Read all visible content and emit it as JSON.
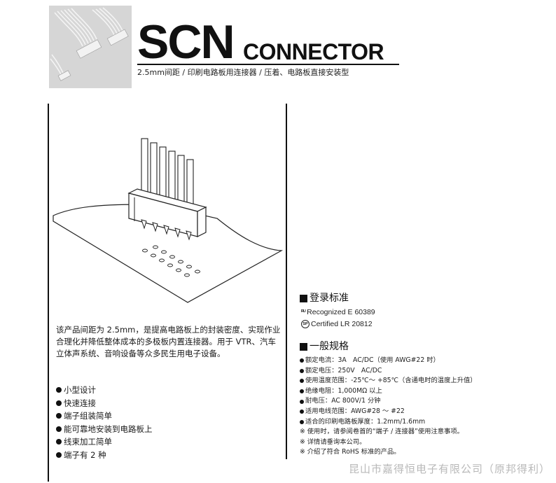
{
  "header": {
    "title_main": "SCN",
    "title_sub": "CONNECTOR",
    "subtitle": "2.5mm间距 / 印刷电路板用连接器 / 压着、电路板直接安装型"
  },
  "description": "该产品间距为 2.5mm，是提高电路板上的封装密度、实现作业合理化并降低整体成本的多极板内置连接器。用于 VTR、汽车立体声系统、音响设备等众多民生用电子设备。",
  "features": [
    "小型设计",
    "快速连接",
    "端子组装简单",
    "能可靠地安装到电路板上",
    "线束加工简单",
    "端子有 2 种"
  ],
  "registration": {
    "heading": "登录标准",
    "ul": "Recognized E 60389",
    "csa": "Certified LR 20812"
  },
  "specs": {
    "heading": "一般规格",
    "items": [
      "额定电流：3A　AC/DC（使用 AWG#22 时）",
      "额定电压：250V　AC/DC",
      "使用温度范围：-25℃～ +85℃（含通电时的温度上升值）",
      "绝缘电阻：1,000MΩ 以上",
      "耐电压：AC 800V/1 分钟",
      "适用电线范围：AWG#28 ～ #22",
      "适合的印刷电路板厚度：1.2mm/1.6mm"
    ],
    "notes": [
      "※ 使用时，请参阅卷首的“端子 / 连接器”使用注意事项。",
      "※ 详情请垂询本公司。",
      "※ 介绍了符合 RoHS 标准的产品。"
    ]
  },
  "watermark": "昆山市嘉得恒电子有限公司（原邦得利）"
}
